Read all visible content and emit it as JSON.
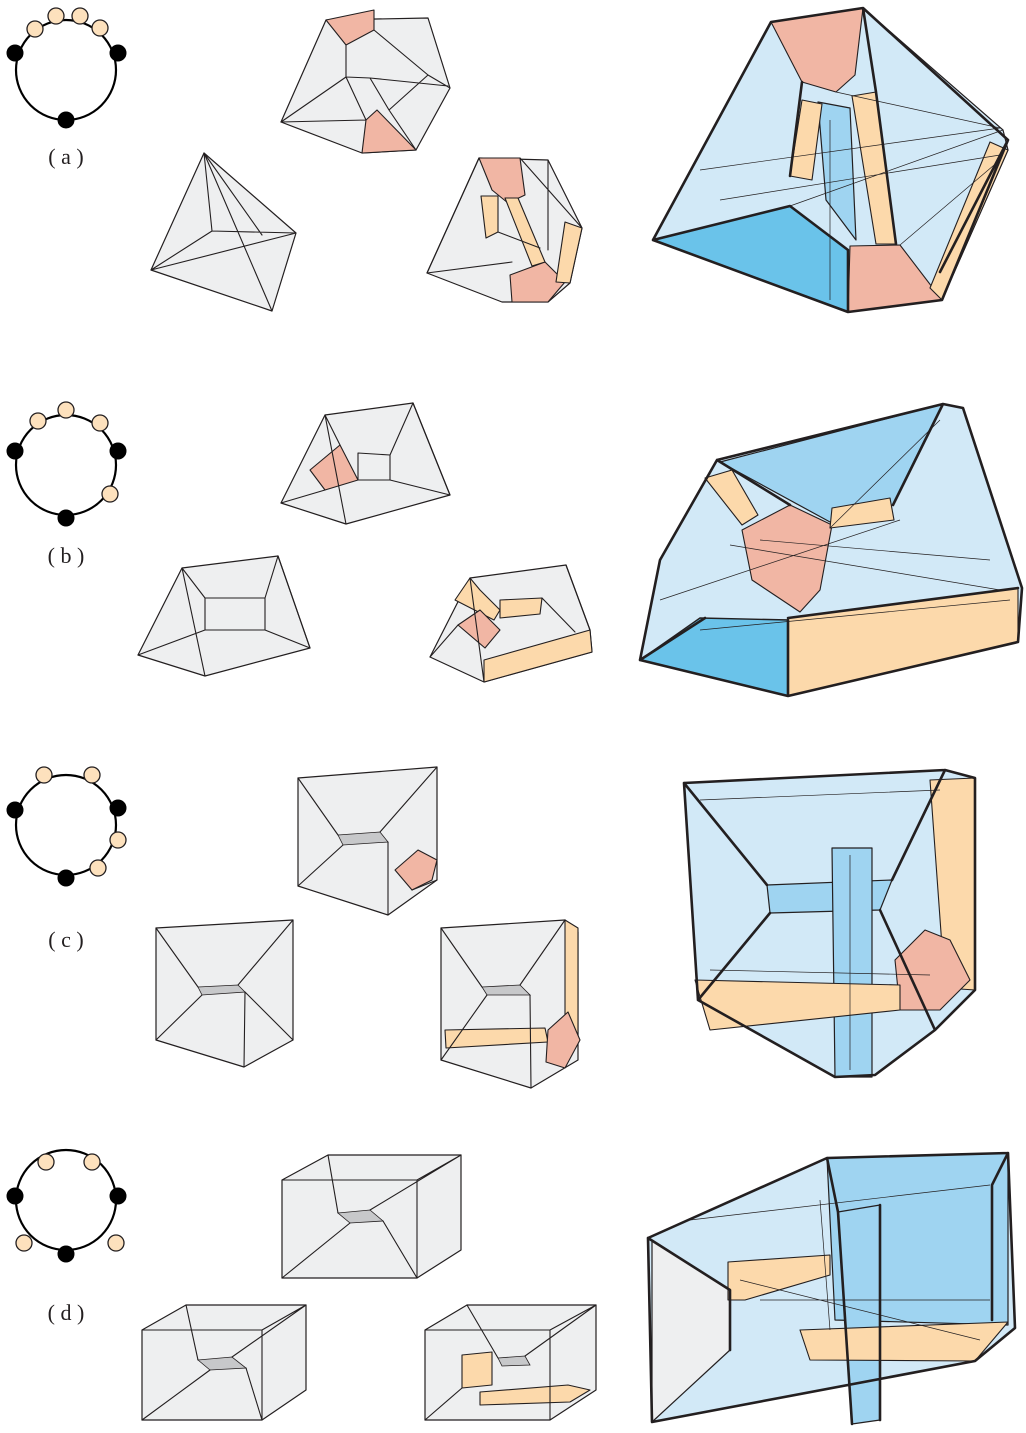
{
  "panels": [
    {
      "label": "( a )"
    },
    {
      "label": "( b )"
    },
    {
      "label": "( c )"
    },
    {
      "label": "( d )"
    }
  ],
  "colors": {
    "grey_face": "#eeeff0",
    "pink": "#f1b6a4",
    "tan": "#fcd9ab",
    "blue_light": "#d2e9f7",
    "blue_mid": "#9fd4f1",
    "blue_dark": "#6ac3ea",
    "node_open": "#fde1bd",
    "node_filled": "#000000"
  }
}
